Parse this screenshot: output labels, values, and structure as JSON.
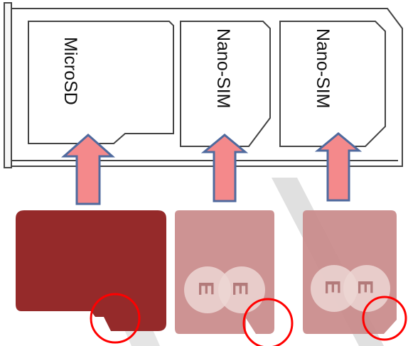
{
  "tray": {
    "slots": [
      {
        "label": "MicroSD"
      },
      {
        "label": "Nano-SIM"
      },
      {
        "label": "Nano-SIM"
      }
    ]
  },
  "cards": [
    {
      "kind": "microsd"
    },
    {
      "kind": "nano-sim",
      "marks": [
        "E",
        "E"
      ]
    },
    {
      "kind": "nano-sim",
      "marks": [
        "E",
        "E"
      ]
    }
  ],
  "colors": {
    "tray_line": "#444444",
    "arrow_fill": "#f4898b",
    "arrow_stroke": "#4f6a9e",
    "microsd_card": "#952a2a",
    "sim_card": "#c98a8a",
    "sim_logo": "#ecd6d4",
    "sim_mark": "#b27a7a",
    "highlight_circle": "#ff0000",
    "watermark": "#cfcfcf"
  }
}
